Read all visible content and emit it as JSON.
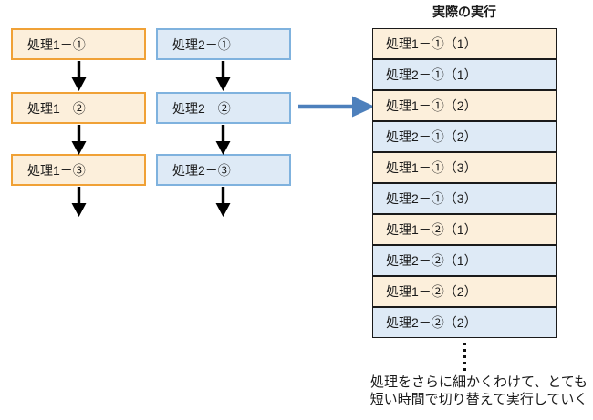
{
  "diagram": {
    "panel_title": "実際の実行",
    "flows": [
      {
        "name": "process-1",
        "boxes": [
          "処理1－①",
          "処理1－②",
          "処理1－③"
        ]
      },
      {
        "name": "process-2",
        "boxes": [
          "処理2－①",
          "処理2－②",
          "処理2－③"
        ]
      }
    ],
    "execution": {
      "rows": [
        {
          "label": "処理1－①（1）",
          "process": 1
        },
        {
          "label": "処理2－①（1）",
          "process": 2
        },
        {
          "label": "処理1－①（2）",
          "process": 1
        },
        {
          "label": "処理2－①（2）",
          "process": 2
        },
        {
          "label": "処理1－①（3）",
          "process": 1
        },
        {
          "label": "処理2－①（3）",
          "process": 2
        },
        {
          "label": "処理1－②（1）",
          "process": 1
        },
        {
          "label": "処理2－②（1）",
          "process": 2
        },
        {
          "label": "処理1－②（2）",
          "process": 1
        },
        {
          "label": "処理2－②（2）",
          "process": 2
        }
      ]
    },
    "caption": {
      "line1": "処理をさらに細かくわけて、とても",
      "line2": "短い時間で切り替えて実行していく"
    },
    "icons": {
      "down_arrow": "down-arrow",
      "right_arrow": "right-arrow",
      "ellipsis": "vertical-dots"
    },
    "colors": {
      "orange_border": "#F0A136",
      "orange_fill": "#FCEFDB",
      "blue_border": "#7FB2DE",
      "blue_fill": "#DEEAF6",
      "big_arrow_blue": "#4D80BC",
      "flow_arrow_black": "#000000",
      "text": "#1a1a1a"
    }
  }
}
